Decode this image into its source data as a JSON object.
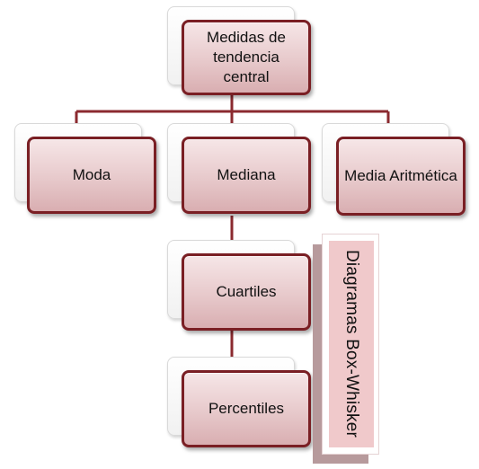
{
  "nodes": {
    "root": "Medidas de tendencia central",
    "moda": "Moda",
    "mediana": "Mediana",
    "media": "Media Aritmética",
    "cuartiles": "Cuartiles",
    "percentiles": "Percentiles"
  },
  "side_label": "Diagramas Box-Whisker",
  "colors": {
    "node_border": "#7a1f24",
    "node_fill": "#e7c9cb",
    "connector": "#8b2a2f",
    "side_label_fill": "#f0c9cb",
    "side_label_shadow": "#b79a9c"
  }
}
